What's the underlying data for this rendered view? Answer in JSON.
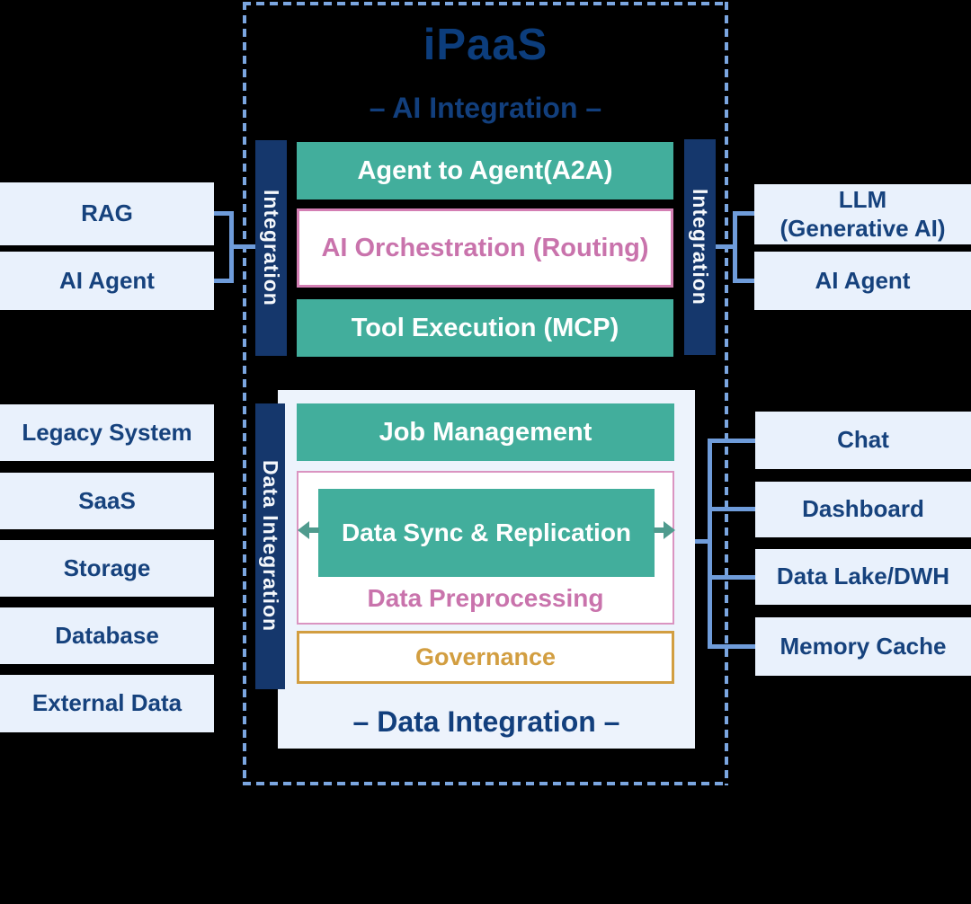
{
  "title": "iPaaS",
  "colors": {
    "background": "#000000",
    "navy_rail": "#15376C",
    "navy_text": "#123F7D",
    "teal": "#42AE9C",
    "teal_arrow": "#4F9B8E",
    "pink": "#C973AC",
    "pink_border": "#D47FB4",
    "gold": "#D29E41",
    "node_bg": "#E9F1FC",
    "panel_bg": "#EDF3FC",
    "connector": "#6F9CDA",
    "dashed_border": "#7BA6E0"
  },
  "ai_section": {
    "subtitle": "– AI Integration –",
    "left_rail": "Integration",
    "right_rail": "Integration",
    "lanes": [
      "Agent to Agent(A2A)",
      "AI Orchestration (Routing)",
      "Tool Execution (MCP)"
    ],
    "left_nodes": [
      "RAG",
      "AI Agent"
    ],
    "right_node_top": {
      "line1": "LLM",
      "line2": "(Generative AI)"
    },
    "right_node_bottom": "AI Agent"
  },
  "data_section": {
    "rail": "Data Integration",
    "caption": "– Data Integration –",
    "job": "Job Management",
    "sync": "Data Sync & Replication",
    "preprocessing": "Data Preprocessing",
    "governance": "Governance",
    "left_nodes": [
      "Legacy System",
      "SaaS",
      "Storage",
      "Database",
      "External Data"
    ],
    "right_nodes": [
      "Chat",
      "Dashboard",
      "Data Lake/DWH",
      "Memory Cache"
    ]
  }
}
